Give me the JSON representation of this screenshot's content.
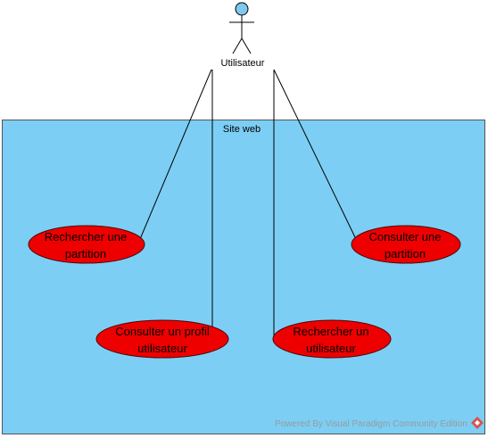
{
  "diagram": {
    "actor": {
      "name": "Utilisateur"
    },
    "system": {
      "name": "Site web"
    },
    "use_cases": [
      {
        "line1": "Rechercher une",
        "line2": "partition"
      },
      {
        "line1": "Consulter une",
        "line2": "partition"
      },
      {
        "line1": "Consulter un profil",
        "line2": "utilisateur"
      },
      {
        "line1": "Rechercher un",
        "line2": "utilisateur"
      }
    ],
    "watermark": "Powered By  Visual Paradigm  Community Edition"
  },
  "colors": {
    "system_fill": "#7ccef4",
    "system_stroke": "#555555",
    "use_case_fill": "#ee0000",
    "use_case_stroke": "#550000",
    "actor_head": "#80c8ee"
  }
}
